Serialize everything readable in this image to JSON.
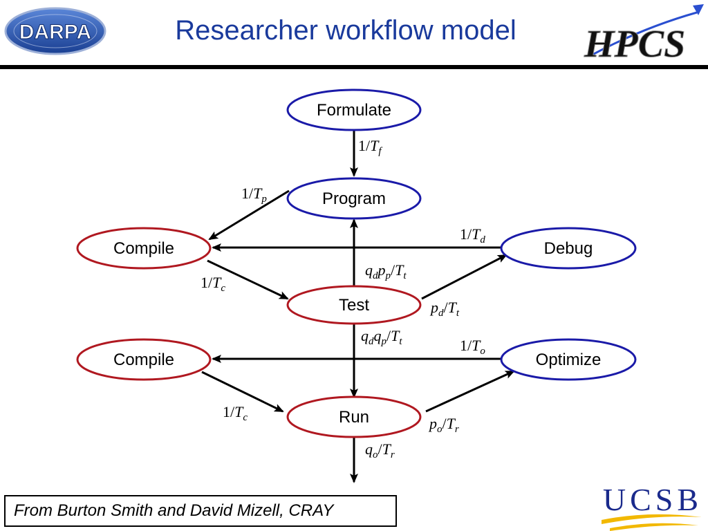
{
  "header": {
    "title": "Researcher workflow model",
    "logo_left": "DARPA",
    "logo_right": "HPCS"
  },
  "nodes": {
    "formulate": "Formulate",
    "program": "Program",
    "compile_1": "Compile",
    "debug": "Debug",
    "test": "Test",
    "compile_2": "Compile",
    "optimize": "Optimize",
    "run": "Run"
  },
  "edges": {
    "formulate_program": "1/Tf",
    "program_compile": "1/Tp",
    "debug_compile": "1/Td",
    "compile_test": "1/Tc",
    "test_program": "qdpp/Tt",
    "test_debug": "pd/Tt",
    "test_run": "qdqp/Tt",
    "optimize_compile": "1/To",
    "compile_run": "1/Tc",
    "run_optimize": "po/Tr",
    "run_out": "qo/Tr"
  },
  "footer": {
    "credit": "From Burton Smith and David Mizell, CRAY",
    "logo_ucsb": "UCSB"
  },
  "colors": {
    "title": "#1a3a9c",
    "blue_node": "#1a1aa8",
    "red_node": "#b01820"
  }
}
